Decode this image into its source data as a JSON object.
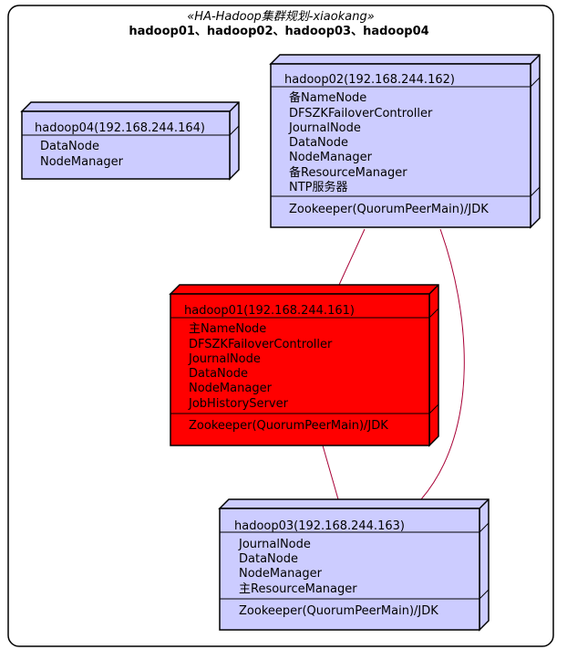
{
  "colors": {
    "node_fill": "#ccccff",
    "node_primary_fill": "#ff0000",
    "node_stroke": "#000000",
    "edge": "#a80036",
    "frame_stroke": "#000000"
  },
  "frame": {
    "stereotype": "«HA-Hadoop集群规划-xiaokang»",
    "title": "hadoop01、hadoop02、hadoop03、hadoop04"
  },
  "nodes": {
    "hadoop01": {
      "title": "hadoop01(192.168.244.161)",
      "services": [
        "主NameNode",
        "DFSZKFailoverController",
        "JournalNode",
        "DataNode",
        "NodeManager",
        "JobHistoryServer"
      ],
      "extra": [
        "Zookeeper(QuorumPeerMain)/JDK"
      ]
    },
    "hadoop02": {
      "title": "hadoop02(192.168.244.162)",
      "services": [
        "备NameNode",
        "DFSZKFailoverController",
        "JournalNode",
        "DataNode",
        "NodeManager",
        "备ResourceManager",
        "NTP服务器"
      ],
      "extra": [
        "Zookeeper(QuorumPeerMain)/JDK"
      ]
    },
    "hadoop03": {
      "title": "hadoop03(192.168.244.163)",
      "services": [
        "JournalNode",
        "DataNode",
        "NodeManager",
        "主ResourceManager"
      ],
      "extra": [
        "Zookeeper(QuorumPeerMain)/JDK"
      ]
    },
    "hadoop04": {
      "title": "hadoop04(192.168.244.164)",
      "services": [
        "DataNode",
        "NodeManager"
      ],
      "extra": []
    }
  }
}
